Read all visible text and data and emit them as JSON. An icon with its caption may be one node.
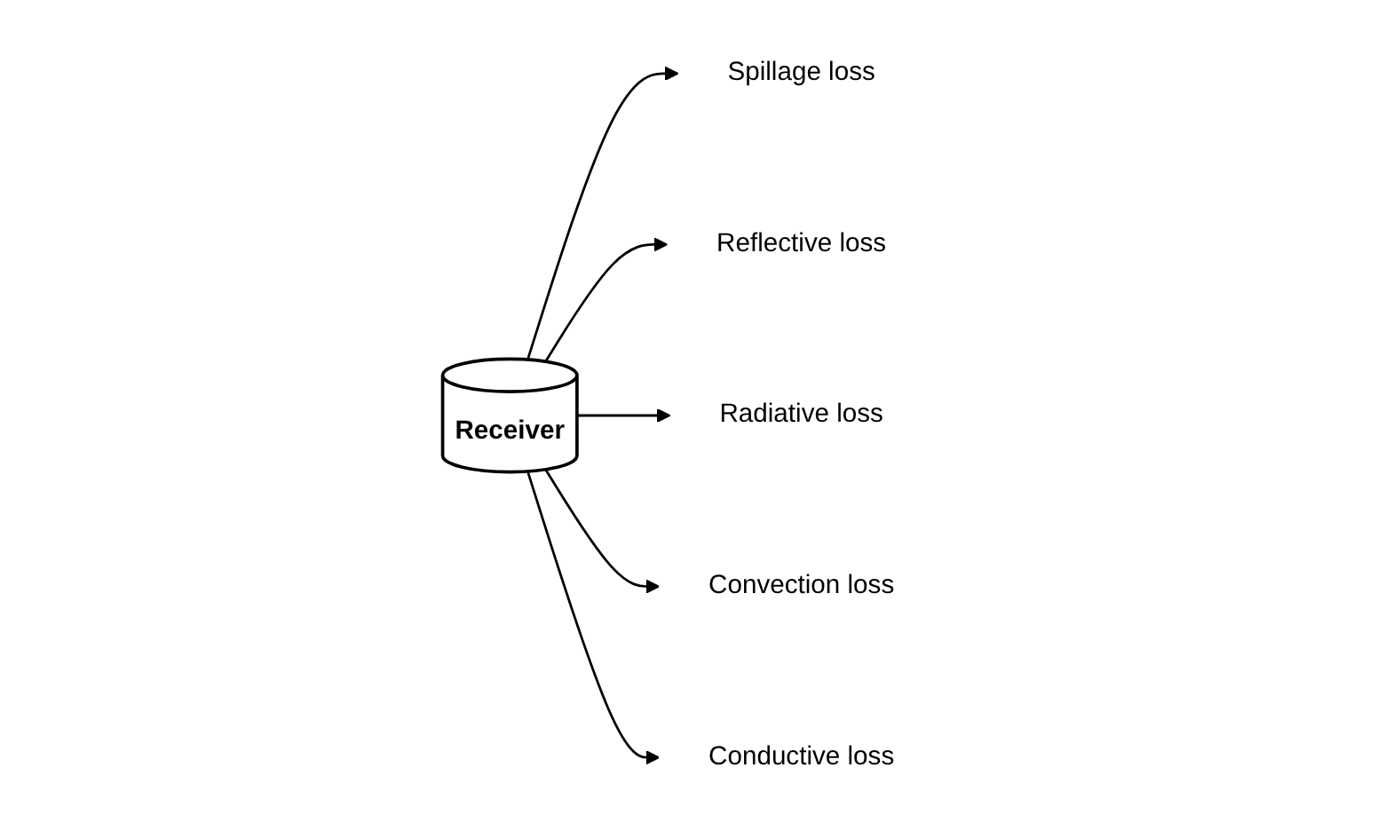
{
  "diagram": {
    "nodes": [
      {
        "text": [
          "Receiver"
        ]
      },
      {
        "text": [
          "Spillage loss"
        ]
      },
      {
        "text": [
          "Reflective loss"
        ]
      },
      {
        "text": [
          "Radiative loss"
        ]
      },
      {
        "text": [
          "Convection loss"
        ]
      },
      {
        "text": [
          "Conductive loss"
        ]
      }
    ],
    "edges": [
      {
        "from": 0,
        "to": 1,
        "arrow": "to"
      },
      {
        "from": 0,
        "to": 2,
        "arrow": "to"
      },
      {
        "from": 0,
        "to": 3,
        "arrow": "to"
      },
      {
        "from": 0,
        "to": 4,
        "arrow": "to"
      },
      {
        "from": 0,
        "to": 5,
        "arrow": "to"
      }
    ]
  }
}
